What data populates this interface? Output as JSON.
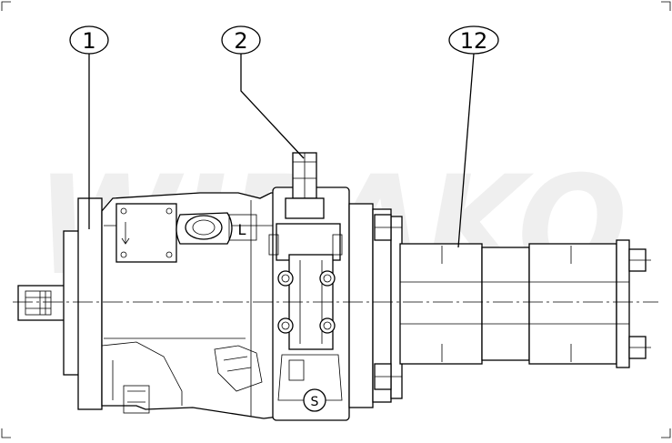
{
  "callouts": [
    {
      "id": "part-1",
      "label": "1"
    },
    {
      "id": "part-2",
      "label": "2"
    },
    {
      "id": "part-12",
      "label": "12"
    }
  ],
  "port_labels": {
    "L": "L",
    "S": "S"
  },
  "watermark": "Wibako"
}
